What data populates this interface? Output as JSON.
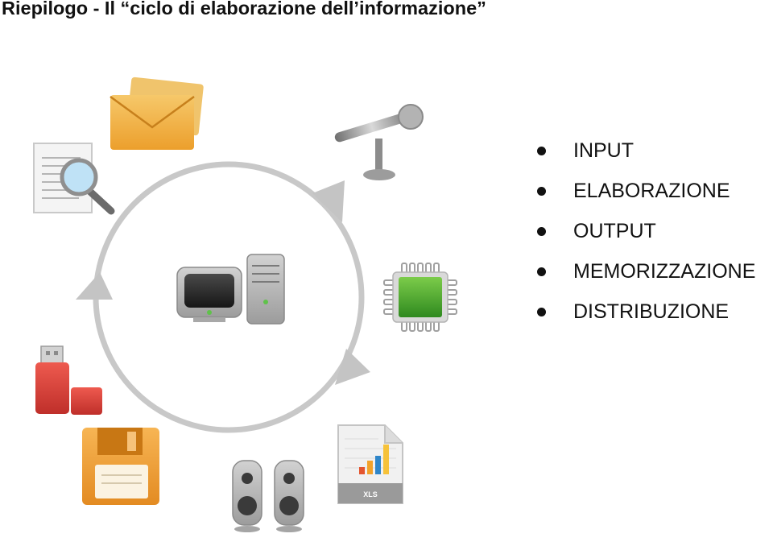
{
  "title": "Riepilogo - Il “ciclo di elaborazione dell’informazione”",
  "bullets": [
    "INPUT",
    "ELABORAZIONE",
    "OUTPUT",
    "MEMORIZZAZIONE",
    "DISTRIBUZIONE"
  ],
  "icons": {
    "envelope": "envelope-icon",
    "document_search": "document-search-icon",
    "microphone": "microphone-icon",
    "computer": "computer-icon",
    "cpu_chip": "cpu-chip-icon",
    "usb_drive": "usb-drive-icon",
    "floppy_disk": "floppy-disk-icon",
    "speakers": "speakers-icon",
    "spreadsheet": "spreadsheet-icon",
    "spreadsheet_label": "XLS"
  },
  "colors": {
    "cycle": "#c8c8c8",
    "envelope": "#f2b64a",
    "chip": "#3f9a2a",
    "usb": "#d8403a",
    "floppy": "#f2a33c"
  }
}
